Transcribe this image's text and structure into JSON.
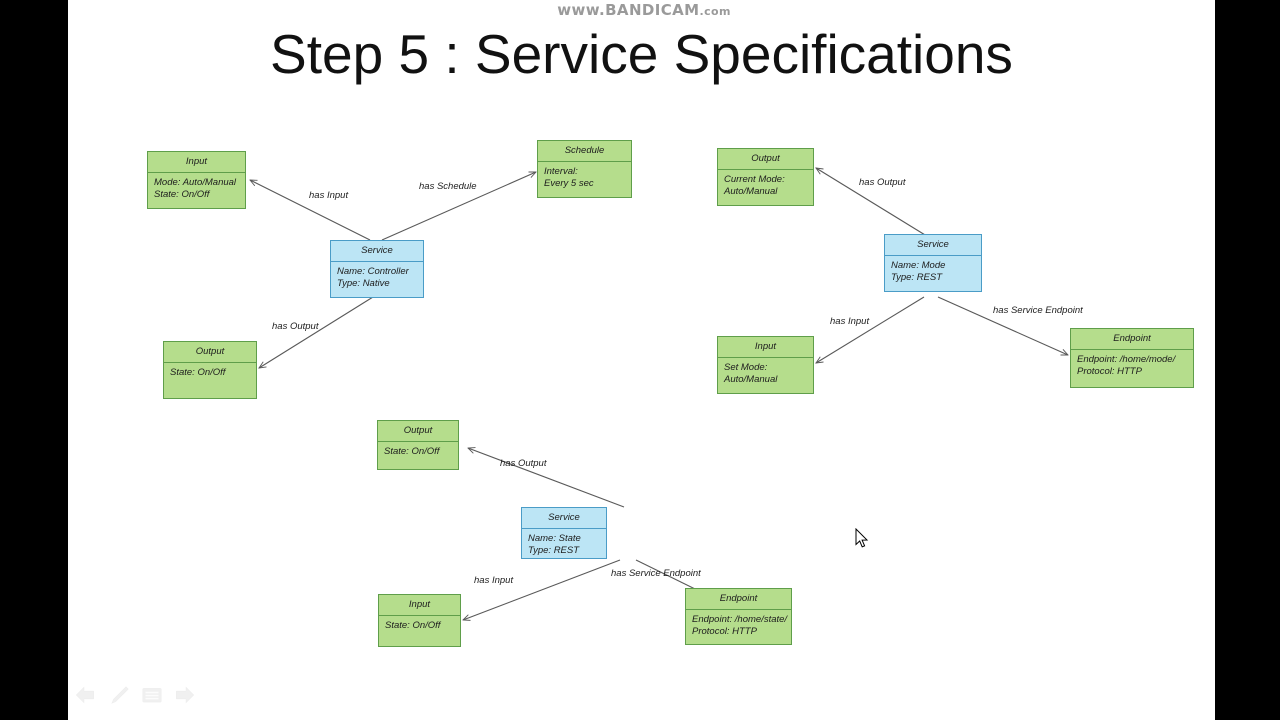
{
  "slide": {
    "title": "Step 5 : Service Specifications",
    "watermark": "www.BANDICAM.com",
    "watermark_main": "www.BANDICAM",
    "watermark_suffix": ".com"
  },
  "diagram": {
    "nodes": [
      {
        "id": "input-controller",
        "type": "green",
        "title": "Input",
        "lines": [
          "Mode: Auto/Manual",
          "State: On/Off"
        ]
      },
      {
        "id": "schedule-controller",
        "type": "green",
        "title": "Schedule",
        "lines": [
          "Interval:",
          "Every 5 sec"
        ]
      },
      {
        "id": "service-controller",
        "type": "blue",
        "title": "Service",
        "lines": [
          "Name: Controller",
          "Type: Native"
        ]
      },
      {
        "id": "output-controller",
        "type": "green",
        "title": "Output",
        "lines": [
          "State: On/Off"
        ]
      },
      {
        "id": "output-mode",
        "type": "green",
        "title": "Output",
        "lines": [
          "Current Mode:",
          "Auto/Manual"
        ]
      },
      {
        "id": "service-mode",
        "type": "blue",
        "title": "Service",
        "lines": [
          "Name: Mode",
          "Type: REST"
        ]
      },
      {
        "id": "input-mode",
        "type": "green",
        "title": "Input",
        "lines": [
          "Set Mode:",
          "Auto/Manual"
        ]
      },
      {
        "id": "endpoint-mode",
        "type": "green",
        "title": "Endpoint",
        "lines": [
          "Endpoint: /home/mode/",
          "Protocol: HTTP"
        ]
      },
      {
        "id": "output-state",
        "type": "green",
        "title": "Output",
        "lines": [
          "State: On/Off"
        ]
      },
      {
        "id": "service-state",
        "type": "blue",
        "title": "Service",
        "lines": [
          "Name: State",
          "Type: REST"
        ]
      },
      {
        "id": "input-state",
        "type": "green",
        "title": "Input",
        "lines": [
          "State: On/Off"
        ]
      },
      {
        "id": "endpoint-state",
        "type": "green",
        "title": "Endpoint",
        "lines": [
          "Endpoint: /home/state/",
          "Protocol: HTTP"
        ]
      }
    ],
    "edges": [
      {
        "id": "edge-controller-input",
        "label": "has Input"
      },
      {
        "id": "edge-controller-schedule",
        "label": "has Schedule"
      },
      {
        "id": "edge-controller-output",
        "label": "has Output"
      },
      {
        "id": "edge-mode-output",
        "label": "has Output"
      },
      {
        "id": "edge-mode-input",
        "label": "has Input"
      },
      {
        "id": "edge-mode-endpoint",
        "label": "has Service Endpoint"
      },
      {
        "id": "edge-state-output",
        "label": "has Output"
      },
      {
        "id": "edge-state-input",
        "label": "has Input"
      },
      {
        "id": "edge-state-endpoint",
        "label": "has Service Endpoint"
      }
    ]
  },
  "toolbar": {
    "items": [
      {
        "id": "previous-slide",
        "icon": "arrow-left-icon"
      },
      {
        "id": "pen-tool",
        "icon": "pen-icon"
      },
      {
        "id": "slide-menu",
        "icon": "menu-icon"
      },
      {
        "id": "next-slide",
        "icon": "arrow-right-icon"
      }
    ]
  },
  "colors": {
    "node_green_fill": "#b5dd8c",
    "node_green_border": "#5f9e4a",
    "node_blue_fill": "#bce5f5",
    "node_blue_border": "#4a9cc7",
    "edge_stroke": "#595959",
    "background": "#ffffff",
    "pillarbox": "#000000"
  }
}
